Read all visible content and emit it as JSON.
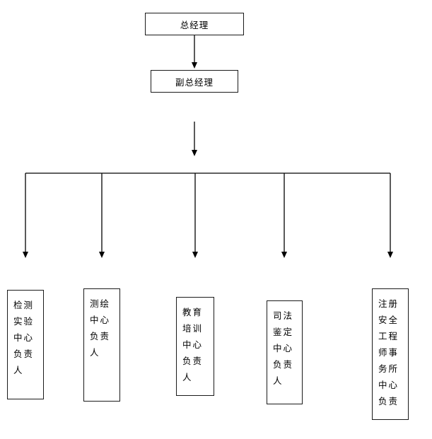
{
  "org_chart": {
    "root": {
      "label": "总经理"
    },
    "level2": {
      "label": "副总经理"
    },
    "branches": [
      {
        "label": "检测\n实验\n中心\n负责\n人"
      },
      {
        "label": "测绘\n中心\n负责\n人"
      },
      {
        "label": "教育\n培训\n中心\n负责\n人"
      },
      {
        "label": "司法\n鉴定\n中心\n负责\n人"
      },
      {
        "label": "注册\n安全\n工程\n师事\n务所\n中心\n负责"
      }
    ],
    "colors": {
      "line": "#000000",
      "border": "#1a1a1a",
      "background": "#ffffff"
    }
  }
}
